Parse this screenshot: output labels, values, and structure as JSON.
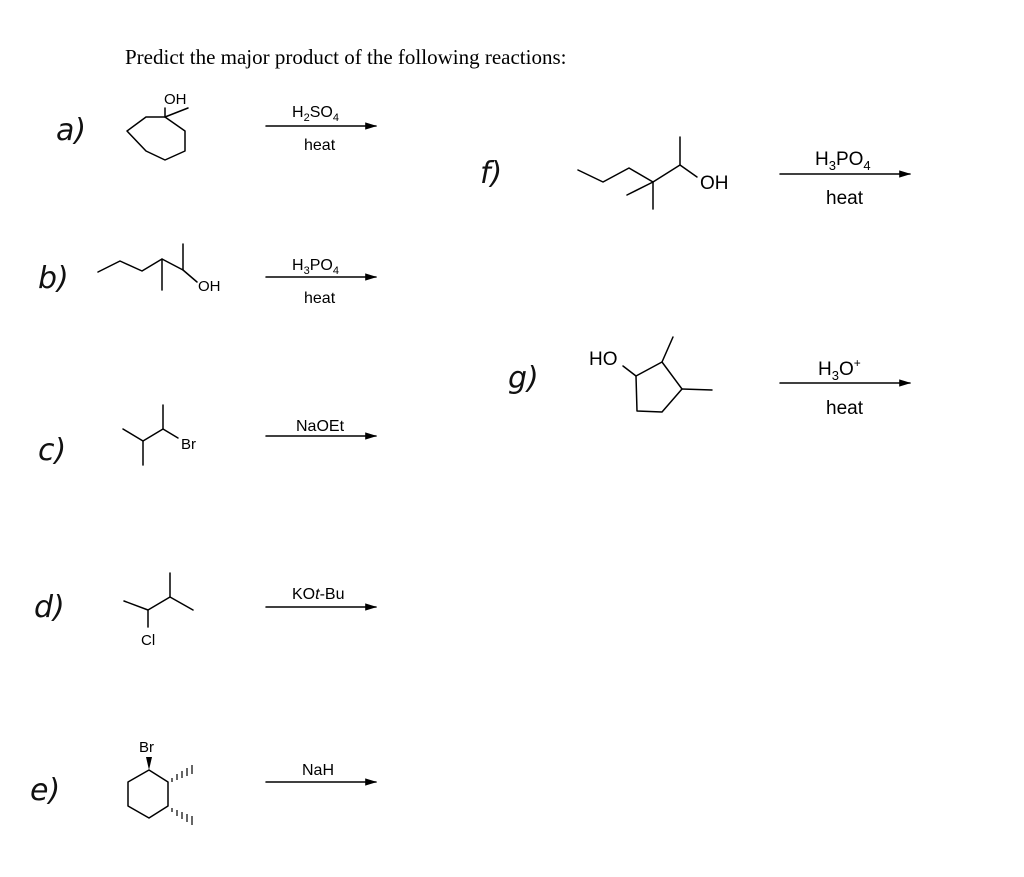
{
  "title": "Predict the major product of the following reactions:",
  "reactions": [
    {
      "label": "a)",
      "substituents": [
        "OH"
      ],
      "reagent_top": "H2SO4",
      "reagent_bottom": "heat"
    },
    {
      "label": "b)",
      "substituents": [
        "OH"
      ],
      "reagent_top": "H3PO4",
      "reagent_bottom": "heat"
    },
    {
      "label": "c)",
      "substituents": [
        "Br"
      ],
      "reagent_top": "NaOEt",
      "reagent_bottom": ""
    },
    {
      "label": "d)",
      "substituents": [
        "Cl"
      ],
      "reagent_top": "KOt-Bu",
      "reagent_bottom": ""
    },
    {
      "label": "e)",
      "substituents": [
        "Br"
      ],
      "reagent_top": "NaH",
      "reagent_bottom": ""
    },
    {
      "label": "f)",
      "substituents": [
        "OH"
      ],
      "reagent_top": "H3PO4",
      "reagent_bottom": "heat"
    },
    {
      "label": "g)",
      "substituents": [
        "HO"
      ],
      "reagent_top": "H3O+",
      "reagent_bottom": "heat"
    }
  ]
}
